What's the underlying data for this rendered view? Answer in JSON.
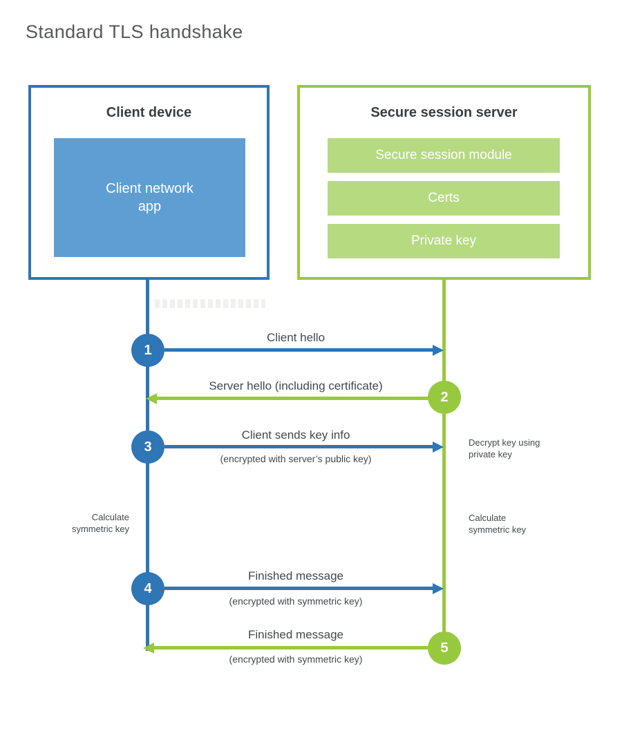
{
  "title": "Standard TLS handshake",
  "colors": {
    "blue": "#2e76b5",
    "blue_fill": "#5f9ed3",
    "green": "#97c93e",
    "green_fill": "#b6da80",
    "text_dark": "#43474b",
    "header_dark": "#3a3d40",
    "title_gray": "#58595b"
  },
  "client": {
    "header": "Client device",
    "app_line1": "Client network",
    "app_line2": "app"
  },
  "server": {
    "header": "Secure session server",
    "modules": [
      "Secure session module",
      "Certs",
      "Private key"
    ]
  },
  "steps": [
    {
      "num": "1",
      "label": "Client hello",
      "direction": "right",
      "color": "blue"
    },
    {
      "num": "2",
      "label": "Server hello (including certificate)",
      "direction": "left",
      "color": "green"
    },
    {
      "num": "3",
      "label": "Client sends key info",
      "sub": "(encrypted with server’s public key)",
      "direction": "right",
      "color": "blue"
    },
    {
      "num": "4",
      "label": "Finished message",
      "sub": "(encrypted with symmetric key)",
      "direction": "right",
      "color": "blue"
    },
    {
      "num": "5",
      "label": "Finished message",
      "sub": "(encrypted with symmetric key)",
      "direction": "left",
      "color": "green"
    }
  ],
  "notes": {
    "left_calculate": {
      "line1": "Calculate",
      "line2": "symmetric key"
    },
    "decrypt": {
      "line1": "Decrypt key using",
      "line2": "private key"
    },
    "right_calculate": {
      "line1": "Calculate",
      "line2": "symmetric key"
    }
  }
}
